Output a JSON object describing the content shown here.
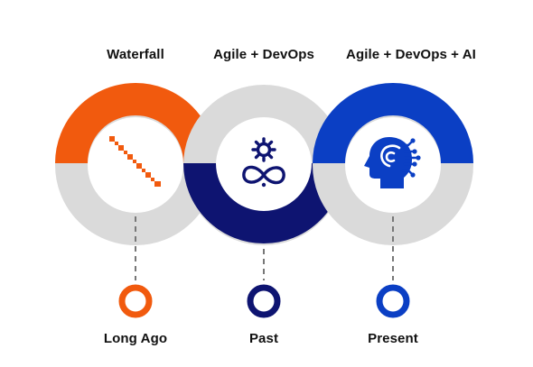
{
  "stages": [
    {
      "title": "Waterfall",
      "time_label": "Long Ago",
      "icon": "staircase-icon",
      "color": "#F15A0E"
    },
    {
      "title": "Agile + DevOps",
      "time_label": "Past",
      "icon": "gear-infinity-icon",
      "color": "#0E1471"
    },
    {
      "title": "Agile + DevOps + AI",
      "time_label": "Present",
      "icon": "ai-head-icon",
      "color": "#0B3FC4"
    }
  ],
  "colors": {
    "ring_gray": "#DADADA",
    "connector": "#777777",
    "text": "#111111"
  }
}
